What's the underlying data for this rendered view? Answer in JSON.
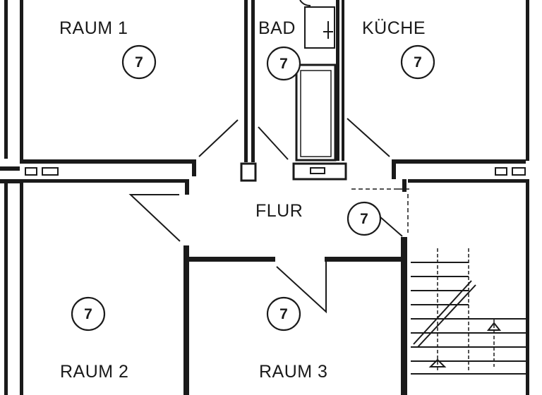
{
  "rooms": {
    "raum1": {
      "name": "RAUM 1",
      "number": "7"
    },
    "bad": {
      "name": "BAD",
      "number": "7"
    },
    "kueche": {
      "name": "KÜCHE",
      "number": "7"
    },
    "flur": {
      "name": "FLUR",
      "number": "7"
    },
    "raum2": {
      "name": "RAUM 2",
      "number": "7"
    },
    "raum3": {
      "name": "RAUM 3",
      "number": "7"
    }
  },
  "colors": {
    "ink": "#1a1a1a",
    "paper": "#ffffff"
  }
}
